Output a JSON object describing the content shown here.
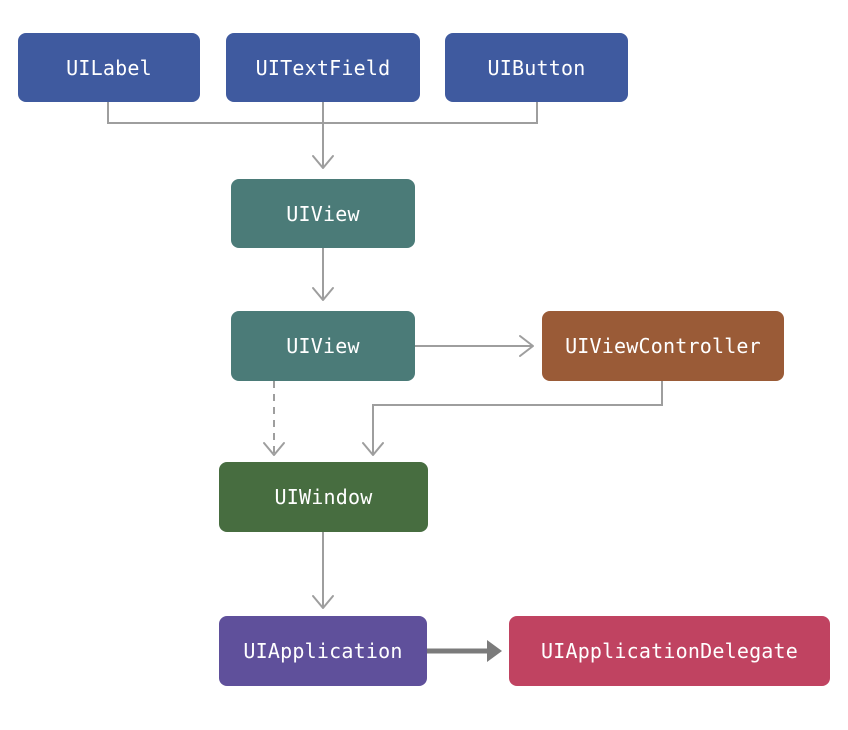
{
  "nodes": {
    "uilabel": {
      "label": "UILabel",
      "color": "#3f5a9f"
    },
    "uitextfield": {
      "label": "UITextField",
      "color": "#3f5a9f"
    },
    "uibutton": {
      "label": "UIButton",
      "color": "#3f5a9f"
    },
    "uiview_top": {
      "label": "UIView",
      "color": "#4b7b78"
    },
    "uiview_mid": {
      "label": "UIView",
      "color": "#4b7b78"
    },
    "uiviewcontroller": {
      "label": "UIViewController",
      "color": "#9a5b37"
    },
    "uiwindow": {
      "label": "UIWindow",
      "color": "#476d40"
    },
    "uiapplication": {
      "label": "UIApplication",
      "color": "#5f509b"
    },
    "uiapplicationdelegate": {
      "label": "UIApplicationDelegate",
      "color": "#c04361"
    }
  },
  "colors": {
    "connector": "#9e9e9e",
    "strong_connector": "#7b7b7b",
    "background": "#ffffff"
  }
}
